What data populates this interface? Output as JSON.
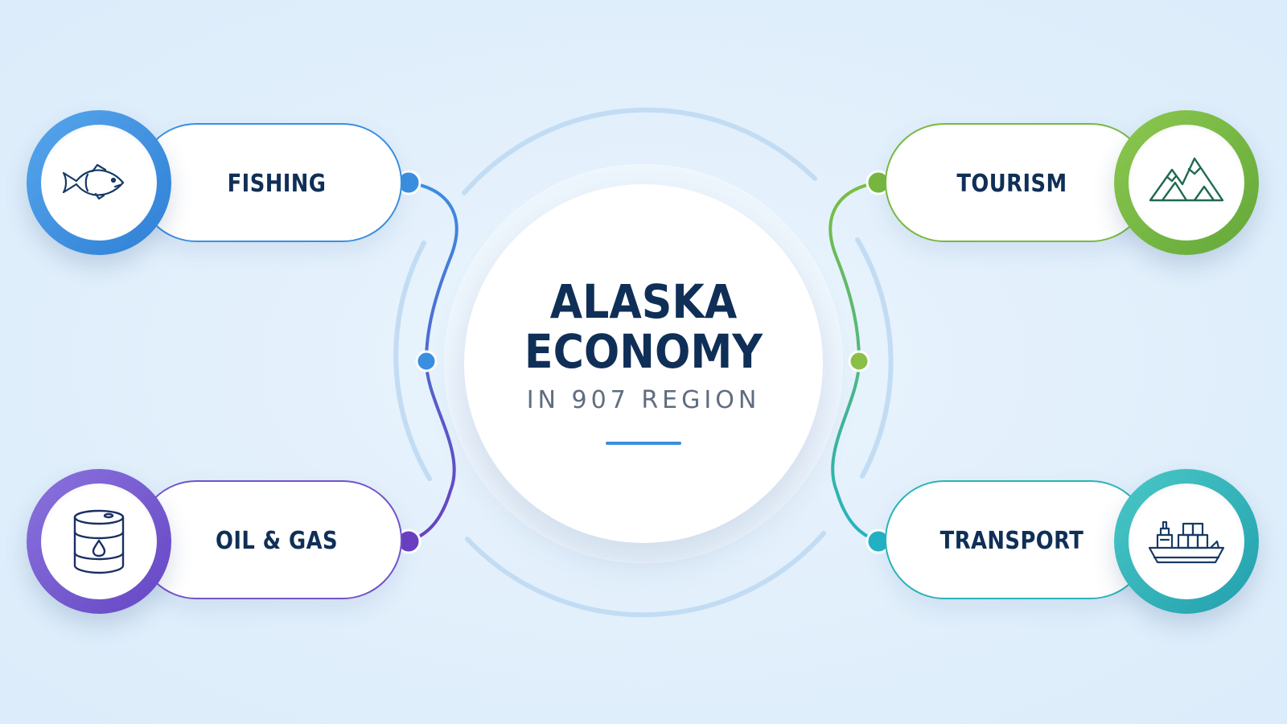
{
  "center": {
    "title_line1": "ALASKA",
    "title_line2": "ECONOMY",
    "subtitle": "IN 907 REGION"
  },
  "sectors": [
    {
      "label": "FISHING",
      "icon": "fish-icon",
      "color": "#3a8fe0"
    },
    {
      "label": "TOURISM",
      "icon": "mountains-icon",
      "color": "#78b83e"
    },
    {
      "label": "OIL & GAS",
      "icon": "oil-barrel-icon",
      "color": "#7452cc"
    },
    {
      "label": "TRANSPORT",
      "icon": "cargo-ship-icon",
      "color": "#2bb3b8"
    }
  ],
  "colors": {
    "background": "#e3f0fb",
    "text_dark": "#0f2f57",
    "text_muted": "#5f6d7f",
    "blue": "#3a8fe0",
    "green": "#78b83e",
    "purple": "#7452cc",
    "teal": "#2bb3b8"
  }
}
